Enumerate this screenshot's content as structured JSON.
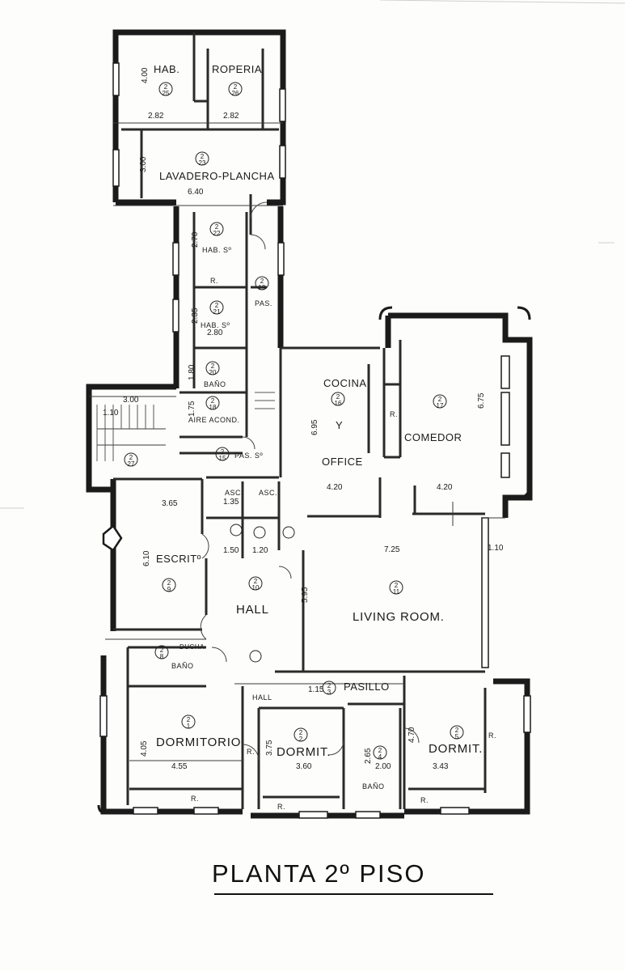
{
  "title": "PLANTA 2º PISO",
  "colors": {
    "wall": "#1b1b1b",
    "paper": "#fdfdfb",
    "line": "#2a2a2a"
  },
  "rooms": [
    {
      "id": "hab",
      "name": "HAB.",
      "number": "2\n25"
    },
    {
      "id": "roperia",
      "name": "ROPERIA",
      "number": "2\n26"
    },
    {
      "id": "lavadero",
      "name": "LAVADERO-PLANCHA",
      "number": "2\n23"
    },
    {
      "id": "hab-s1",
      "name": "HAB. Sº",
      "number": "2\n22"
    },
    {
      "id": "hab-s2",
      "name": "HAB. Sº",
      "number": "2\n21"
    },
    {
      "id": "pas-1",
      "name": "PAS.",
      "number": "2\n19"
    },
    {
      "id": "bano-s",
      "name": "BAÑO",
      "number": "2\n20"
    },
    {
      "id": "aire",
      "name": "AIRE ACOND.",
      "number": "2\n18"
    },
    {
      "id": "pas-s",
      "name": "PAS. Sº",
      "number": "2\n15"
    },
    {
      "id": "esc",
      "name": "",
      "number": "2\n27"
    },
    {
      "id": "cocina",
      "name": "COCINA",
      "number": "2\n16"
    },
    {
      "id": "office",
      "name": "OFFICE",
      "number": ""
    },
    {
      "id": "comedor",
      "name": "COMEDOR",
      "number": "2\n17"
    },
    {
      "id": "escritorio",
      "name": "ESCRITº",
      "number": "2\n9"
    },
    {
      "id": "hall",
      "name": "HALL",
      "number": "2\n10"
    },
    {
      "id": "living",
      "name": "LIVING ROOM.",
      "number": "2\n11"
    },
    {
      "id": "bano-1",
      "name": "BAÑO",
      "number": "2\n8"
    },
    {
      "id": "pasillo",
      "name": "PASILLO",
      "number": "2\n3"
    },
    {
      "id": "dormitorio",
      "name": "DORMITORIO",
      "number": "2\n1"
    },
    {
      "id": "dormit-2",
      "name": "DORMIT.",
      "number": "2\n2"
    },
    {
      "id": "bano-2",
      "name": "BAÑO",
      "number": "2\n4"
    },
    {
      "id": "dormit-3",
      "name": "DORMIT.",
      "number": "2\n5"
    }
  ],
  "labels": {
    "y": "Y",
    "asc1": "ASC",
    "asc2": "ASC.",
    "hall_small": "HALL",
    "ducha": "DUCHA",
    "r": "R."
  },
  "dimensions": [
    "4.00",
    "2.82",
    "2.82",
    "3.00",
    "6.40",
    "2.70",
    "2.35",
    "2.80",
    "1.80",
    "1.75",
    "1.10",
    "3.00",
    "6.95",
    "4.20",
    "6.75",
    "4.20",
    "3.65",
    "6.10",
    "7.25",
    "5.95",
    "4.05",
    "4.55",
    "3.75",
    "3.60",
    "2.65",
    "2.00",
    "4.70",
    "3.43",
    "1.15",
    "1.35",
    "1.50",
    "1.20",
    "1.10"
  ]
}
